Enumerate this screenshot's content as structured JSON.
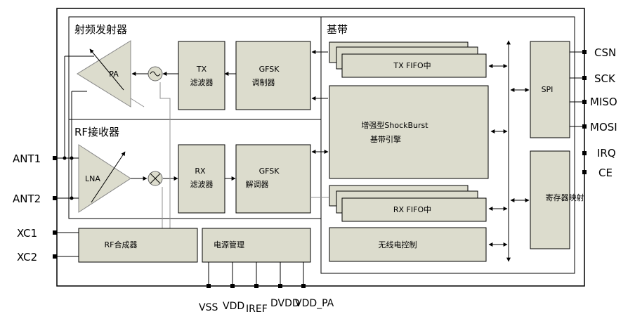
{
  "sections": {
    "tx_title": "射频发射器",
    "rx_title": "RF接收器",
    "baseband_title": "基带"
  },
  "blocks": {
    "pa": "PA",
    "lna": "LNA",
    "tx_filter": [
      "TX",
      "滤波器"
    ],
    "rx_filter": [
      "RX",
      "滤波器"
    ],
    "gfsk_mod": [
      "GFSK",
      "调制器"
    ],
    "gfsk_demod": [
      "GFSK",
      "解调器"
    ],
    "rf_synth": "RF合成器",
    "power_mgmt": "电源管理",
    "tx_fifo": "TX FIFO中",
    "rx_fifo": "RX FIFO中",
    "shockburst": [
      "增强型ShockBurst",
      "基带引擎"
    ],
    "radio_ctrl": "无线电控制",
    "spi": "SPI",
    "reg_map": "寄存器映射"
  },
  "pins": {
    "left": [
      "ANT1",
      "ANT2",
      "XC1",
      "XC2"
    ],
    "right": [
      "CSN",
      "SCK",
      "MISO",
      "MOSI",
      "IRQ",
      "CE"
    ],
    "bottom": [
      "VSS",
      "VDD",
      "IREF",
      "DVDD",
      "VDD_PA"
    ]
  },
  "colors": {
    "block_fill": "#dcdccd",
    "line": "#000000",
    "gray_line": "#909090"
  }
}
